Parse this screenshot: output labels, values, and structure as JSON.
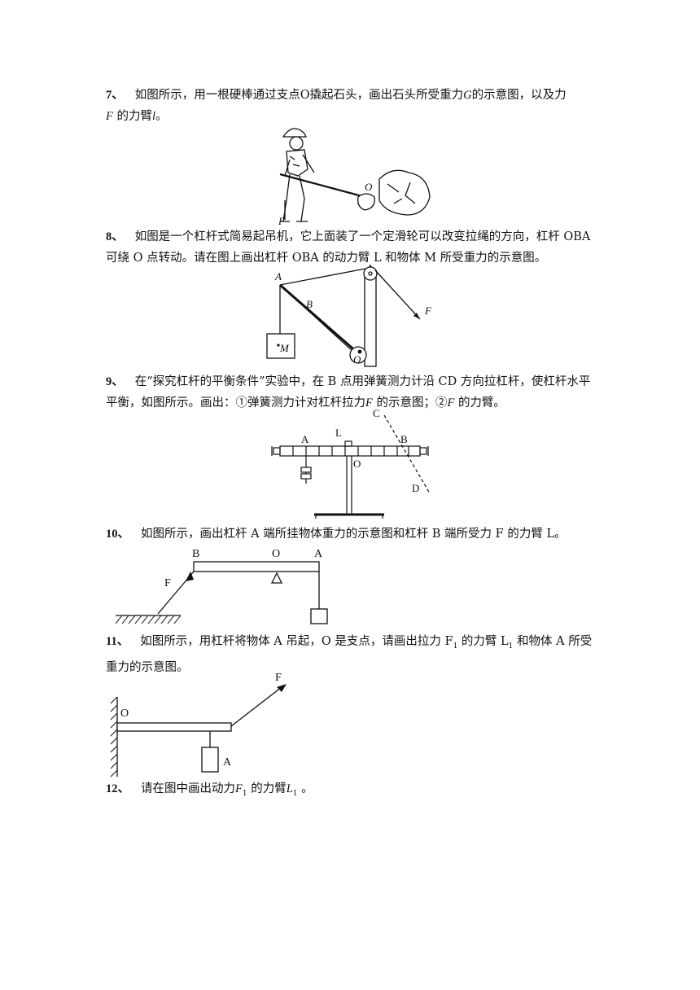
{
  "questions": [
    {
      "number": "7、",
      "text_a": "如图所示，用一根硬棒通过支点O撬起石头，画出石头所受重力",
      "var_g": "G",
      "text_b": "的示意图，以及力",
      "var_f": "F",
      "text_c": "的力臂",
      "var_l": "l",
      "text_d": "。"
    },
    {
      "number": "8、",
      "text": "如图是一个杠杆式简易起吊机，它上面装了一个定滑轮可以改变拉绳的方向，杠杆 OBA 可绕 O 点转动。请在图上画出杠杆 OBA 的动力臂 L 和物体 M 所受重力的示意图。"
    },
    {
      "number": "9、",
      "text_a": "在“探究杠杆的平衡条件”实验中，在 B 点用弹簧测力计沿 CD 方向拉杠杆，使杠杆水平平衡，如图所示。画出：①弹簧测力计对杠杆拉力",
      "var_f": "F",
      "text_b": "的示意图；②",
      "var_f2": "F",
      "text_c": "的力臂。"
    },
    {
      "number": "10、",
      "text": "如图所示，画出杠杆 A 端所挂物体重力的示意图和杠杆 B 端所受力 F 的力臂 L。"
    },
    {
      "number": "11、",
      "text_a": "如图所示，用杠杆将物体 A 吊起，O 是支点，请画出拉力 F",
      "sub_1a": "1",
      "text_b": "的力臂 L",
      "sub_1b": "1",
      "text_c": "和物体 A 所受重力的示意图。"
    },
    {
      "number": "12、",
      "text_a": "请在图中画出动力",
      "var_f": "F",
      "sub_f": "1",
      "text_b": "的力臂",
      "var_l": "L",
      "sub_l": "1",
      "text_c": "。"
    }
  ],
  "figures": {
    "fig7": {
      "label_o": "O",
      "label_f": "F"
    },
    "fig8": {
      "label_a": "A",
      "label_b": "B",
      "label_o": "O",
      "label_m": "M",
      "label_f": "F"
    },
    "fig9": {
      "label_a": "A",
      "label_l": "L",
      "label_b": "B",
      "label_o": "O",
      "label_c": "C",
      "label_d": "D"
    },
    "fig10": {
      "label_b": "B",
      "label_o": "O",
      "label_a": "A",
      "label_f": "F"
    },
    "fig11": {
      "label_o": "O",
      "label_f": "F",
      "label_a": "A"
    }
  }
}
